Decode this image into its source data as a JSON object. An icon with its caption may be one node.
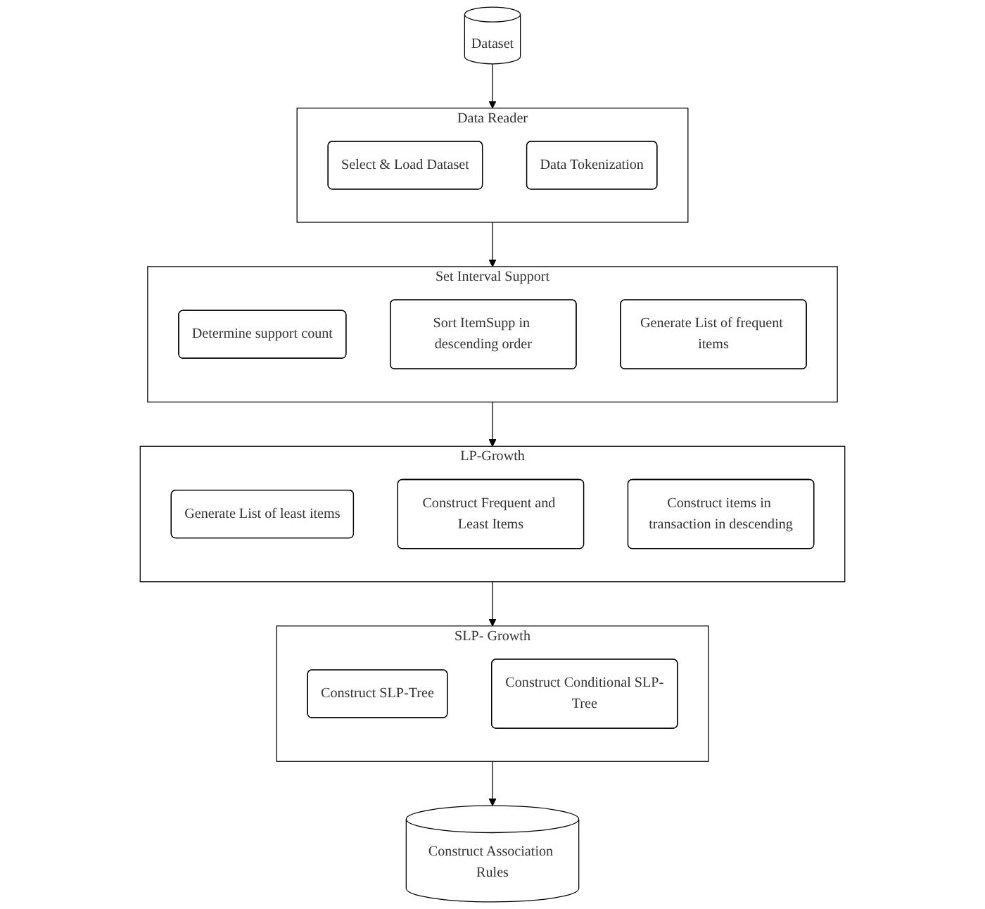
{
  "diagram": {
    "nodes": [
      {
        "text": [
          "Dataset"
        ]
      },
      {
        "text": [
          "Data Reader"
        ]
      },
      {
        "text": [
          "Select & Load Dataset"
        ],
        "in": 1
      },
      {
        "text": [
          "Data Tokenization"
        ],
        "in": 1
      },
      {
        "text": [
          "Set Interval Support"
        ]
      },
      {
        "text": [
          "Determine support count"
        ],
        "in": 4
      },
      {
        "text": [
          "Sort ItemSupp in descending order"
        ],
        "in": 4
      },
      {
        "text": [
          "Generate List of frequent items"
        ],
        "in": 4
      },
      {
        "text": [
          "SLP- Growth"
        ]
      },
      {
        "text": [
          "Construct SLP-Tree"
        ],
        "in": 8
      },
      {
        "text": [
          "Construct Conditional SLP-Tree"
        ],
        "in": 8
      },
      {
        "text": [
          "LP-Growth"
        ]
      },
      {
        "text": [
          "Generate List of least items"
        ],
        "in": 11
      },
      {
        "text": [
          "Construct Frequent and Least Items"
        ],
        "in": 11
      },
      {
        "text": [
          "Construct items in transaction in descending"
        ],
        "in": 11
      },
      {
        "text": [
          "Construct Association Rules"
        ]
      }
    ],
    "edges": [
      {
        "from": 0,
        "to": 1,
        "arrow": "to"
      },
      {
        "from": 1,
        "to": 4,
        "arrow": "to"
      },
      {
        "from": 4,
        "to": 11,
        "arrow": "to"
      },
      {
        "from": 11,
        "to": 8,
        "arrow": "to"
      },
      {
        "from": 8,
        "to": 15,
        "arrow": "to"
      }
    ]
  }
}
